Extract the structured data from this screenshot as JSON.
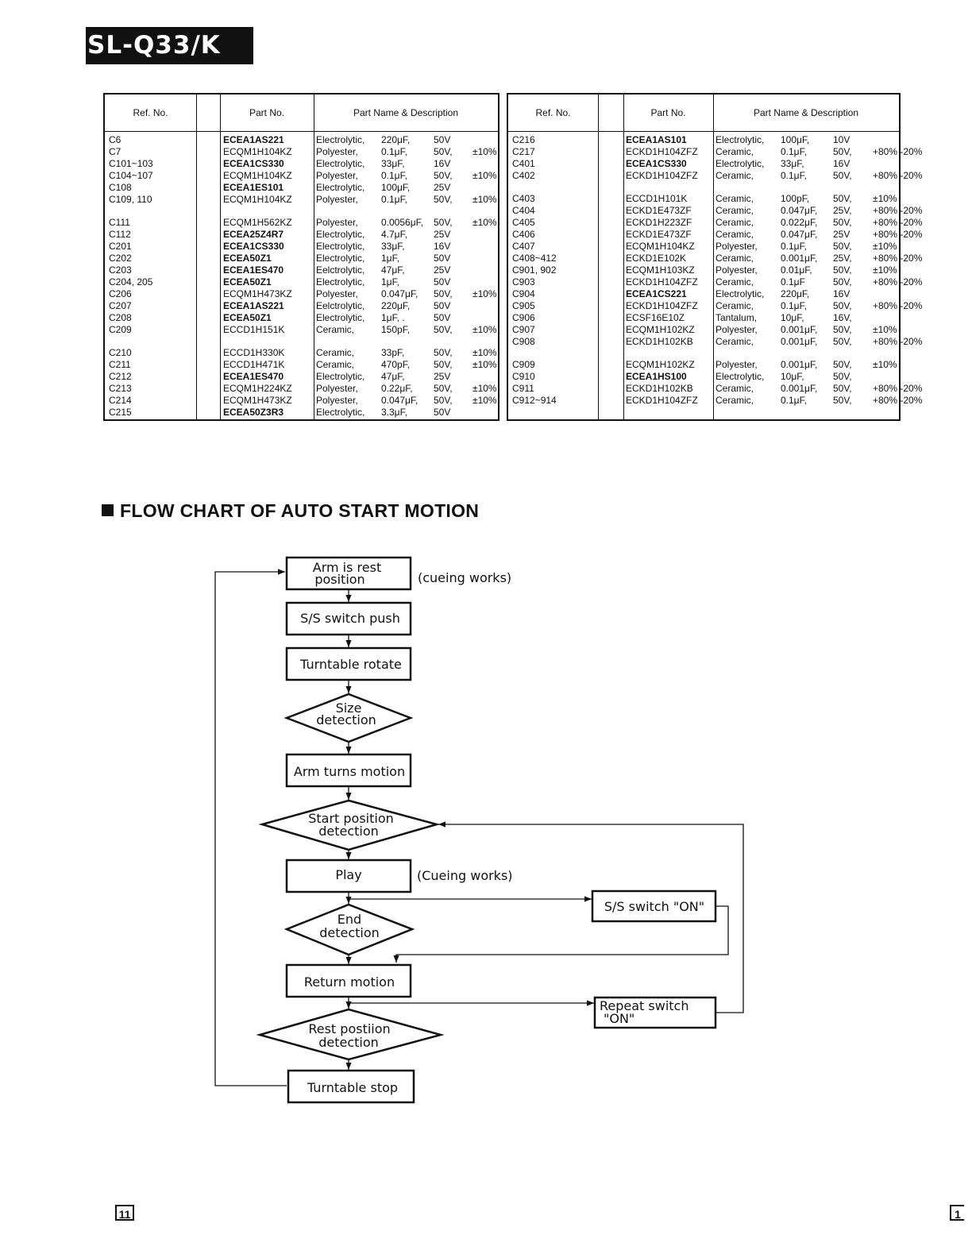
{
  "header": {
    "model": "SL-Q33/K"
  },
  "table_headers": {
    "ref": "Ref. No.",
    "part": "Part No.",
    "desc": "Part Name & Description"
  },
  "table_left": [
    {
      "ref": "C6",
      "part": "ECEA1AS221",
      "bold": true,
      "type": "Electrolytic,",
      "val": "220μF,",
      "volt": "50V",
      "tol": ""
    },
    {
      "ref": "C7",
      "part": "ECQM1H104KZ",
      "bold": false,
      "type": "Polyester,",
      "val": "0.1μF,",
      "volt": "50V,",
      "tol": "±10%"
    },
    {
      "ref": "C101~103",
      "part": "ECEA1CS330",
      "bold": true,
      "type": "Electrolytic,",
      "val": "33μF,",
      "volt": "16V",
      "tol": ""
    },
    {
      "ref": "C104~107",
      "part": "ECQM1H104KZ",
      "bold": false,
      "type": "Polyester,",
      "val": "0.1μF,",
      "volt": "50V,",
      "tol": "±10%"
    },
    {
      "ref": "C108",
      "part": "ECEA1ES101",
      "bold": true,
      "type": "Electrolytic,",
      "val": "100μF,",
      "volt": "25V",
      "tol": ""
    },
    {
      "ref": "C109, 110",
      "part": "ECQM1H104KZ",
      "bold": false,
      "type": "Polyester,",
      "val": "0.1μF,",
      "volt": "50V,",
      "tol": "±10%"
    },
    {
      "ref": "C111",
      "part": "ECQM1H562KZ",
      "bold": false,
      "type": "Polyester,",
      "val": "0.0056μF,",
      "volt": "50V,",
      "tol": "±10%"
    },
    {
      "ref": "C112",
      "part": "ECEA25Z4R7",
      "bold": true,
      "type": "Electrolytic,",
      "val": "4.7μF,",
      "volt": "25V",
      "tol": ""
    },
    {
      "ref": "C201",
      "part": "ECEA1CS330",
      "bold": true,
      "type": "Electrolytic,",
      "val": "33μF,",
      "volt": "16V",
      "tol": ""
    },
    {
      "ref": "C202",
      "part": "ECEA50Z1",
      "bold": true,
      "type": "Electrolytic,",
      "val": "1μF,",
      "volt": "50V",
      "tol": ""
    },
    {
      "ref": "C203",
      "part": "ECEA1ES470",
      "bold": true,
      "type": "Eelctrolytic,",
      "val": "47μF,",
      "volt": "25V",
      "tol": ""
    },
    {
      "ref": "C204, 205",
      "part": "ECEA50Z1",
      "bold": true,
      "type": "Electrolytic,",
      "val": "1μF,",
      "volt": "50V",
      "tol": ""
    },
    {
      "ref": "C206",
      "part": "ECQM1H473KZ",
      "bold": false,
      "type": "Polyester,",
      "val": "0.047μF,",
      "volt": "50V,",
      "tol": "±10%"
    },
    {
      "ref": "C207",
      "part": "ECEA1AS221",
      "bold": true,
      "type": "Eelctrolytic,",
      "val": "220μF,",
      "volt": "50V",
      "tol": ""
    },
    {
      "ref": "C208",
      "part": "ECEA50Z1",
      "bold": true,
      "type": "Electrolytic,",
      "val": "1μF, .",
      "volt": "50V",
      "tol": ""
    },
    {
      "ref": "C209",
      "part": "ECCD1H151K",
      "bold": false,
      "type": "Ceramic,",
      "val": "150pF,",
      "volt": "50V,",
      "tol": "±10%"
    },
    {
      "ref": "C210",
      "part": "ECCD1H330K",
      "bold": false,
      "type": "Ceramic,",
      "val": "33pF,",
      "volt": "50V,",
      "tol": "±10%"
    },
    {
      "ref": "C211",
      "part": "ECCD1H471K",
      "bold": false,
      "type": "Ceramic,",
      "val": "470pF,",
      "volt": "50V,",
      "tol": "±10%"
    },
    {
      "ref": "C212",
      "part": "ECEA1ES470",
      "bold": true,
      "type": "Electrolytic,",
      "val": "47μF,",
      "volt": "25V",
      "tol": ""
    },
    {
      "ref": "C213",
      "part": "ECQM1H224KZ",
      "bold": false,
      "type": "Polyester,",
      "val": "0.22μF,",
      "volt": "50V,",
      "tol": "±10%"
    },
    {
      "ref": "C214",
      "part": "ECQM1H473KZ",
      "bold": false,
      "type": "Polyester,",
      "val": "0.047μF,",
      "volt": "50V,",
      "tol": "±10%"
    },
    {
      "ref": "C215",
      "part": "ECEA50Z3R3",
      "bold": true,
      "type": "Electrolytic,",
      "val": "3.3μF,",
      "volt": "50V",
      "tol": ""
    }
  ],
  "table_right": [
    {
      "ref": "C216",
      "part": "ECEA1AS101",
      "bold": true,
      "type": "Electrolytic,",
      "val": "100μF,",
      "volt": "10V",
      "tol": ""
    },
    {
      "ref": "C217",
      "part": "ECKD1H104ZFZ",
      "bold": false,
      "type": "Ceramic,",
      "val": "0.1μF,",
      "volt": "50V,",
      "tol": "+80% -20%"
    },
    {
      "ref": "C401",
      "part": "ECEA1CS330",
      "bold": true,
      "type": "Electrolytic,",
      "val": "33μF,",
      "volt": "16V",
      "tol": ""
    },
    {
      "ref": "C402",
      "part": "ECKD1H104ZFZ",
      "bold": false,
      "type": "Ceramic,",
      "val": "0.1μF,",
      "volt": "50V,",
      "tol": "+80% -20%"
    },
    {
      "ref": "C403",
      "part": "ECCD1H101K",
      "bold": false,
      "type": "Ceramic,",
      "val": "100pF,",
      "volt": "50V,",
      "tol": "±10%"
    },
    {
      "ref": "C404",
      "part": "ECKD1E473ZF",
      "bold": false,
      "type": "Ceramic,",
      "val": "0.047μF,",
      "volt": "25V,",
      "tol": "+80% -20%"
    },
    {
      "ref": "C405",
      "part": "ECKD1H223ZF",
      "bold": false,
      "type": "Ceramic,",
      "val": "0.022μF,",
      "volt": "50V,",
      "tol": "+80% -20%"
    },
    {
      "ref": "C406",
      "part": "ECKD1E473ZF",
      "bold": false,
      "type": "Ceramic,",
      "val": "0.047μF,",
      "volt": "25V",
      "tol": "+80% -20%"
    },
    {
      "ref": "C407",
      "part": "ECQM1H104KZ",
      "bold": false,
      "type": "Polyester,",
      "val": "0.1μF,",
      "volt": "50V,",
      "tol": "±10%"
    },
    {
      "ref": "C408~412",
      "part": "ECKD1E102K",
      "bold": false,
      "type": "Ceramic,",
      "val": "0.001μF,",
      "volt": "25V,",
      "tol": "+80% -20%"
    },
    {
      "ref": "C901, 902",
      "part": "ECQM1H103KZ",
      "bold": false,
      "type": "Polyester,",
      "val": "0.01μF,",
      "volt": "50V,",
      "tol": "±10%"
    },
    {
      "ref": "C903",
      "part": "ECKD1H104ZFZ",
      "bold": false,
      "type": "Ceramic,",
      "val": "0.1μF",
      "volt": "50V,",
      "tol": "+80% -20%"
    },
    {
      "ref": "C904",
      "part": "ECEA1CS221",
      "bold": true,
      "type": "Electrolytic,",
      "val": "220μF,",
      "volt": "16V",
      "tol": ""
    },
    {
      "ref": "C905",
      "part": "ECKD1H104ZFZ",
      "bold": false,
      "type": "Ceramic,",
      "val": "0.1μF,",
      "volt": "50V,",
      "tol": "+80% -20%"
    },
    {
      "ref": "C906",
      "part": "ECSF16E10Z",
      "bold": false,
      "type": "Tantalum,",
      "val": "10μF,",
      "volt": "16V,",
      "tol": ""
    },
    {
      "ref": "C907",
      "part": "ECQM1H102KZ",
      "bold": false,
      "type": "Polyester,",
      "val": "0.001μF,",
      "volt": "50V,",
      "tol": "±10%"
    },
    {
      "ref": "C908",
      "part": "ECKD1H102KB",
      "bold": false,
      "type": "Ceramic,",
      "val": "0.001μF,",
      "volt": "50V,",
      "tol": "+80% -20%"
    },
    {
      "ref": "C909",
      "part": "ECQM1H102KZ",
      "bold": false,
      "type": "Polyester,",
      "val": "0.001μF,",
      "volt": "50V,",
      "tol": "±10%"
    },
    {
      "ref": "C910",
      "part": "ECEA1HS100",
      "bold": true,
      "type": "Electrolytic,",
      "val": "10μF,",
      "volt": "50V,",
      "tol": ""
    },
    {
      "ref": "C911",
      "part": "ECKD1H102KB",
      "bold": false,
      "type": "Ceramic,",
      "val": "0.001μF,",
      "volt": "50V,",
      "tol": "+80% -20%"
    },
    {
      "ref": "C912~914",
      "part": "ECKD1H104ZFZ",
      "bold": false,
      "type": "Ceramic,",
      "val": "0.1μF,",
      "volt": "50V,",
      "tol": "+80% -20%"
    }
  ],
  "section": {
    "title": "FLOW CHART OF AUTO START MOTION"
  },
  "flow": {
    "arm_rest": [
      "Arm is rest",
      "position"
    ],
    "cueing_note": "(cueing works)",
    "ss_push": "S/S switch push",
    "turntable_rotate": "Turntable rotate",
    "size_detection": [
      "Size",
      "detection"
    ],
    "arm_turns": "Arm turns motion",
    "start_detection": [
      "Start position",
      "detection"
    ],
    "play": "Play",
    "cueing_note2": "(Cueing works)",
    "ss_on": "S/S switch \"ON\"",
    "end_detection": [
      "End",
      "detection"
    ],
    "return_motion": "Return motion",
    "repeat_on": [
      "Repeat switch",
      "\"ON\""
    ],
    "rest_detection": [
      "Rest postiion",
      "detection"
    ],
    "turntable_stop": "Turntable stop"
  },
  "footer": {
    "page_left": "11",
    "page_right": "1"
  }
}
